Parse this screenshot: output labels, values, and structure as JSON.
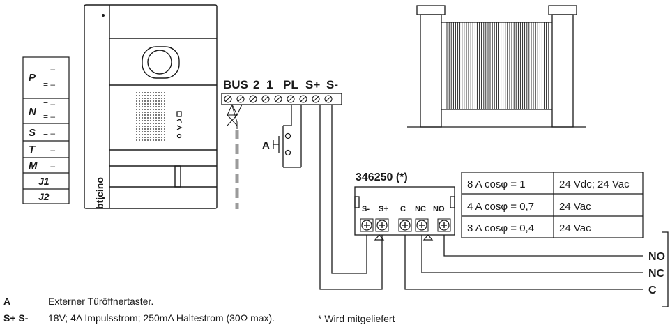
{
  "config_table": [
    {
      "key": "P",
      "value": "= –"
    },
    {
      "key": "N",
      "value": "= –"
    },
    {
      "key": "S",
      "value": "= –"
    },
    {
      "key": "T",
      "value": "= –"
    },
    {
      "key": "M",
      "value": "= –"
    },
    {
      "key": "J1",
      "value": ""
    },
    {
      "key": "J2",
      "value": ""
    }
  ],
  "panel": {
    "brand": "bticino"
  },
  "terminal_block": {
    "labels": [
      "BUS",
      "2",
      "1",
      "PL",
      "S+",
      "S-"
    ]
  },
  "button_label": "A",
  "relay": {
    "title": "346250 (*)",
    "terminals": [
      "S-",
      "S+",
      "C",
      "NC",
      "NO"
    ]
  },
  "ratings": [
    {
      "current": "8 A cosφ = 1",
      "voltage": "24 Vdc; 24 Vac"
    },
    {
      "current": "4 A cosφ = 0,7",
      "voltage": "24 Vac"
    },
    {
      "current": "3 A cosφ = 0,4",
      "voltage": "24 Vac"
    }
  ],
  "outputs": [
    "NO",
    "NC",
    "C"
  ],
  "legend": [
    {
      "key": "A",
      "text": "Externer Türöffnertaster."
    },
    {
      "key": "S+ S-",
      "text": "18V; 4A Impulsstrom; 250mA Haltestrom (30Ω max)."
    }
  ],
  "footnote": "* Wird mitgeliefert"
}
